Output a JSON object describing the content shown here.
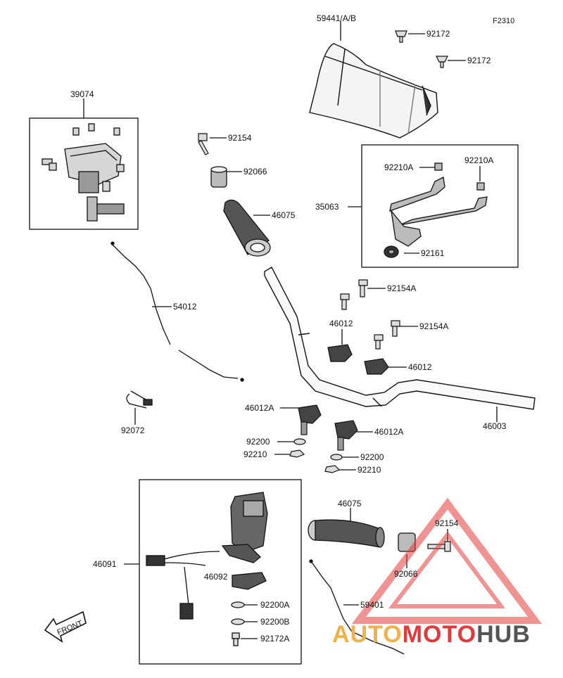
{
  "figure_id": "F2310",
  "parts": {
    "visor": "59441/A/B",
    "screw_92172_top": "92172",
    "screw_92172_mid": "92172",
    "throttle_case": "39074",
    "bolt_92154": "92154",
    "weight_92066": "92066",
    "grip_left": "46075",
    "bracket_35063": "35063",
    "bolt_92210A_left": "92210A",
    "bolt_92210A_right": "92210A",
    "nut_92161": "92161",
    "cable_54012": "54012",
    "bolt_92154A_top": "92154A",
    "bolt_92154A_mid": "92154A",
    "holder_46012_a": "46012",
    "holder_46012_b": "46012",
    "band_92072": "92072",
    "holder_46012A_left": "46012A",
    "holder_46012A_right": "46012A",
    "washer_92200_left": "92200",
    "nut_92210_left": "92210",
    "washer_92200_right": "92200",
    "nut_92210_right": "92210",
    "handlebar": "46003",
    "switch_46091": "46091",
    "grip_right": "46075",
    "bolt_92154_right": "92154",
    "bracket_46092": "46092",
    "weight_92066_right": "92066",
    "washer_92200A": "92200A",
    "washer_92200B": "92200B",
    "screw_92172A": "92172A",
    "cable_59401": "59401"
  },
  "front_arrow": "FRONT",
  "watermark": {
    "part1": "AUTO",
    "part2": "MOTO",
    "part3": "HUB",
    "color1": "#f0b24c",
    "color2": "#e23a3a",
    "color3": "#555555"
  }
}
